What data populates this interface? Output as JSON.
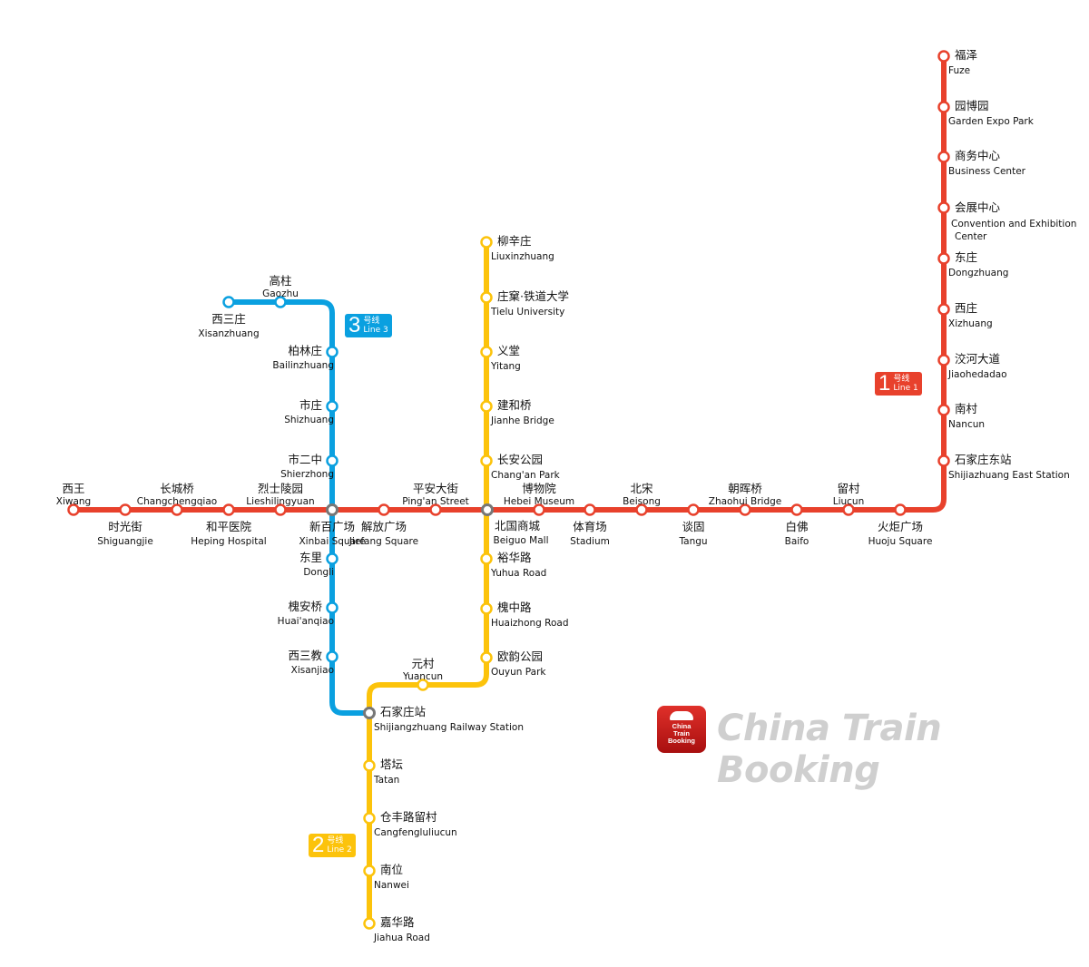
{
  "colors": {
    "line1": "#e8412c",
    "line2": "#fcc30b",
    "line3": "#0aa0e0",
    "interchange": "#777777"
  },
  "badges": {
    "line1": {
      "num": "1",
      "zh": "号线",
      "en": "Line 1"
    },
    "line2": {
      "num": "2",
      "zh": "号线",
      "en": "Line 2"
    },
    "line3": {
      "num": "3",
      "zh": "号线",
      "en": "Line 3"
    }
  },
  "brand": {
    "logo_text": "China Train Booking",
    "wordmark": "China Train Booking"
  },
  "line1": [
    {
      "zh": "西王",
      "en": "Xiwang"
    },
    {
      "zh": "时光街",
      "en": "Shiguangjie"
    },
    {
      "zh": "长城桥",
      "en": "Changchengqiao"
    },
    {
      "zh": "和平医院",
      "en": "Heping Hospital"
    },
    {
      "zh": "烈士陵园",
      "en": "Lieshilingyuan"
    },
    {
      "zh": "新百广场",
      "en": "Xinbai Square"
    },
    {
      "zh": "解放广场",
      "en": "Jiefang Square"
    },
    {
      "zh": "平安大街",
      "en": "Ping'an Street"
    },
    {
      "zh": "北国商城",
      "en": "Beiguo Mall"
    },
    {
      "zh": "博物院",
      "en": "Hebei Museum"
    },
    {
      "zh": "体育场",
      "en": "Stadium"
    },
    {
      "zh": "北宋",
      "en": "Beisong"
    },
    {
      "zh": "谈固",
      "en": "Tangu"
    },
    {
      "zh": "朝晖桥",
      "en": "Zhaohui Bridge"
    },
    {
      "zh": "白佛",
      "en": "Baifo"
    },
    {
      "zh": "留村",
      "en": "Liucun"
    },
    {
      "zh": "火炬广场",
      "en": "Huoju Square"
    },
    {
      "zh": "石家庄东站",
      "en": "Shijiazhuang East Station"
    },
    {
      "zh": "南村",
      "en": "Nancun"
    },
    {
      "zh": "洨河大道",
      "en": "Jiaohedadao"
    },
    {
      "zh": "西庄",
      "en": "Xizhuang"
    },
    {
      "zh": "东庄",
      "en": "Dongzhuang"
    },
    {
      "zh": "会展中心",
      "en": "Convention and Exhibition Center"
    },
    {
      "zh": "商务中心",
      "en": "Business Center"
    },
    {
      "zh": "园博园",
      "en": "Garden Expo Park"
    },
    {
      "zh": "福泽",
      "en": "Fuze"
    }
  ],
  "line2": [
    {
      "zh": "柳辛庄",
      "en": "Liuxinzhuang"
    },
    {
      "zh": "庄窠·铁道大学",
      "en": "Tielu University"
    },
    {
      "zh": "义堂",
      "en": "Yitang"
    },
    {
      "zh": "建和桥",
      "en": "Jianhe Bridge"
    },
    {
      "zh": "长安公园",
      "en": "Chang'an Park"
    },
    {
      "zh": "裕华路",
      "en": "Yuhua Road"
    },
    {
      "zh": "槐中路",
      "en": "Huaizhong Road"
    },
    {
      "zh": "欧韵公园",
      "en": "Ouyun Park"
    },
    {
      "zh": "元村",
      "en": "Yuancun"
    },
    {
      "zh": "石家庄站",
      "en": "Shijiangzhuang Railway Station"
    },
    {
      "zh": "塔坛",
      "en": "Tatan"
    },
    {
      "zh": "仓丰路留村",
      "en": "Cangfengluliucun"
    },
    {
      "zh": "南位",
      "en": "Nanwei"
    },
    {
      "zh": "嘉华路",
      "en": "Jiahua Road"
    }
  ],
  "line3": [
    {
      "zh": "西三庄",
      "en": "Xisanzhuang"
    },
    {
      "zh": "高柱",
      "en": "Gaozhu"
    },
    {
      "zh": "柏林庄",
      "en": "Bailinzhuang"
    },
    {
      "zh": "市庄",
      "en": "Shizhuang"
    },
    {
      "zh": "市二中",
      "en": "Shierzhong"
    },
    {
      "zh": "东里",
      "en": "Dongli"
    },
    {
      "zh": "槐安桥",
      "en": "Huai'anqiao"
    },
    {
      "zh": "西三教",
      "en": "Xisanjiao"
    }
  ]
}
